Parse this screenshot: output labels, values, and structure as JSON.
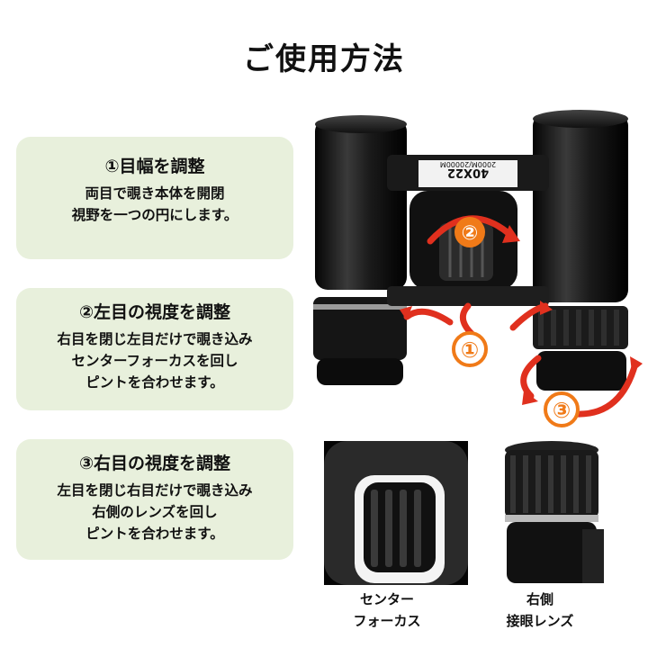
{
  "page": {
    "title": "ご使用方法"
  },
  "steps": [
    {
      "heading": "①目幅を調整",
      "lines": [
        "両目で覗き本体を開閉",
        "視野を一つの円にします。"
      ]
    },
    {
      "heading": "②左目の視度を調整",
      "lines": [
        "右目を閉じ左目だけで覗き込み",
        "センターフォーカスを回し",
        "ピントを合わせます。"
      ]
    },
    {
      "heading": "③右目の視度を調整",
      "lines": [
        "左目を閉じ右目だけで覗き込み",
        "右側のレンズを回し",
        "ピントを合わせます。"
      ]
    }
  ],
  "product": {
    "model_label": "40X22",
    "range_label": "2000M/20000M",
    "markers": [
      "①",
      "②",
      "③"
    ],
    "accent_color": "#e0301e",
    "marker_color": "#f07a18"
  },
  "captions": {
    "center_focus": [
      "センター",
      "フォーカス"
    ],
    "right_eyepiece": [
      "右側",
      "接眼レンズ"
    ]
  }
}
